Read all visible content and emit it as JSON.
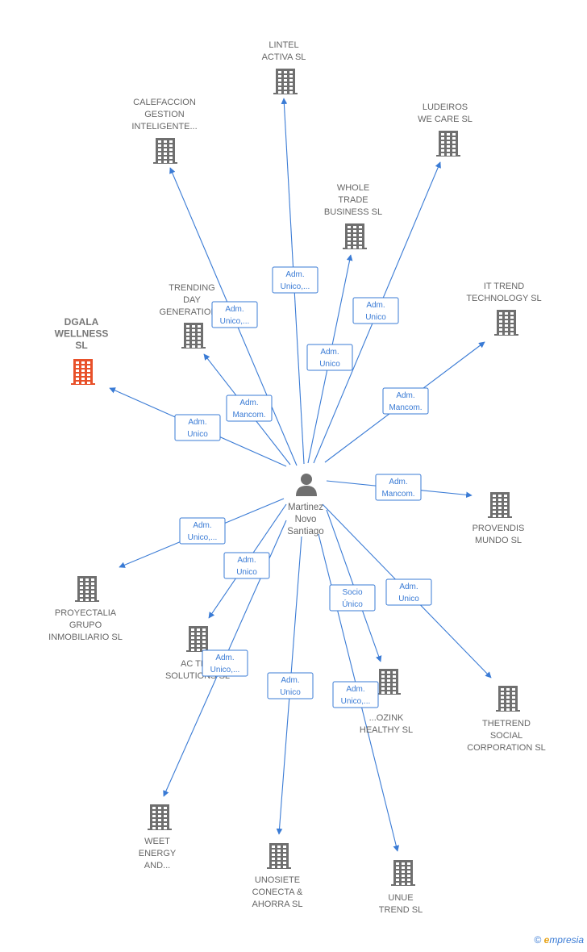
{
  "colors": {
    "edge": "#3a7bd5",
    "company": "#6f6f6f",
    "focus": "#e8512a",
    "person": "#6f6f6f"
  },
  "person": {
    "name_lines": [
      "Martinez",
      "Novo",
      "Santiago"
    ],
    "icon": "person-icon"
  },
  "companies": [
    {
      "id": "lintel",
      "label_lines": [
        "LINTEL",
        "ACTIVA  SL"
      ],
      "focus": false,
      "icon": "building-icon"
    },
    {
      "id": "calefaccion",
      "label_lines": [
        "CALEFACCION",
        "GESTION",
        "INTELIGENTE..."
      ],
      "focus": false,
      "icon": "building-icon"
    },
    {
      "id": "ludeiros",
      "label_lines": [
        "LUDEIROS",
        "WE CARE  SL"
      ],
      "focus": false,
      "icon": "building-icon"
    },
    {
      "id": "whole",
      "label_lines": [
        "WHOLE",
        "TRADE",
        "BUSINESS  SL"
      ],
      "focus": false,
      "icon": "building-icon"
    },
    {
      "id": "trending",
      "label_lines": [
        "TRENDING",
        "DAY",
        "GENERATION..."
      ],
      "focus": false,
      "icon": "building-icon"
    },
    {
      "id": "ittrend",
      "label_lines": [
        "IT TREND",
        "TECHNOLOGY SL"
      ],
      "focus": false,
      "icon": "building-icon"
    },
    {
      "id": "dgala",
      "label_lines": [
        "DGALA",
        "WELLNESS",
        "SL"
      ],
      "focus": true,
      "icon": "building-icon"
    },
    {
      "id": "provendis",
      "label_lines": [
        "PROVENDIS",
        "MUNDO SL"
      ],
      "focus": false,
      "icon": "building-icon"
    },
    {
      "id": "proyectalia",
      "label_lines": [
        "PROYECTALIA",
        "GRUPO",
        "INMOBILIARIO SL"
      ],
      "focus": false,
      "icon": "building-icon"
    },
    {
      "id": "actrend",
      "label_lines": [
        "AC TR...",
        "SOLUTIONS SL"
      ],
      "focus": false,
      "icon": "building-icon"
    },
    {
      "id": "oozink",
      "label_lines": [
        "...OZINK",
        "HEALTHY  SL"
      ],
      "focus": false,
      "icon": "building-icon"
    },
    {
      "id": "thetrend",
      "label_lines": [
        "THETREND",
        "SOCIAL",
        "CORPORATION SL"
      ],
      "focus": false,
      "icon": "building-icon"
    },
    {
      "id": "weet",
      "label_lines": [
        "WEET",
        "ENERGY",
        "AND..."
      ],
      "focus": false,
      "icon": "building-icon"
    },
    {
      "id": "unosiete",
      "label_lines": [
        "UNOSIETE",
        "CONECTA &",
        "AHORRA  SL"
      ],
      "focus": false,
      "icon": "building-icon"
    },
    {
      "id": "unue",
      "label_lines": [
        "UNUE",
        "TREND  SL"
      ],
      "focus": false,
      "icon": "building-icon"
    }
  ],
  "relations": [
    {
      "target": "lintel",
      "label_lines": [
        "Adm.",
        "Unico,..."
      ]
    },
    {
      "target": "calefaccion",
      "label_lines": [
        "Adm.",
        "Unico,..."
      ]
    },
    {
      "target": "ludeiros",
      "label_lines": [
        "Adm.",
        "Unico"
      ]
    },
    {
      "target": "whole",
      "label_lines": [
        "Adm.",
        "Unico"
      ]
    },
    {
      "target": "trending",
      "label_lines": [
        "Adm.",
        "Mancom."
      ]
    },
    {
      "target": "ittrend",
      "label_lines": [
        "Adm.",
        "Mancom."
      ]
    },
    {
      "target": "dgala",
      "label_lines": [
        "Adm.",
        "Unico"
      ]
    },
    {
      "target": "provendis",
      "label_lines": [
        "Adm.",
        "Mancom."
      ]
    },
    {
      "target": "proyectalia",
      "label_lines": [
        "Adm.",
        "Unico,..."
      ]
    },
    {
      "target": "actrend",
      "label_lines": [
        "Adm.",
        "Unico"
      ]
    },
    {
      "target": "oozink",
      "label_lines": [
        "Socio",
        "Único"
      ]
    },
    {
      "target": "thetrend",
      "label_lines": [
        "Adm.",
        "Unico"
      ]
    },
    {
      "target": "weet",
      "label_lines": [
        "Adm.",
        "Unico,..."
      ]
    },
    {
      "target": "unosiete",
      "label_lines": [
        "Adm.",
        "Unico"
      ]
    },
    {
      "target": "unue",
      "label_lines": [
        "Adm.",
        "Unico,..."
      ]
    }
  ],
  "footer": {
    "copyright": "©",
    "brand_initial": "e",
    "brand_rest": "mpresia"
  }
}
